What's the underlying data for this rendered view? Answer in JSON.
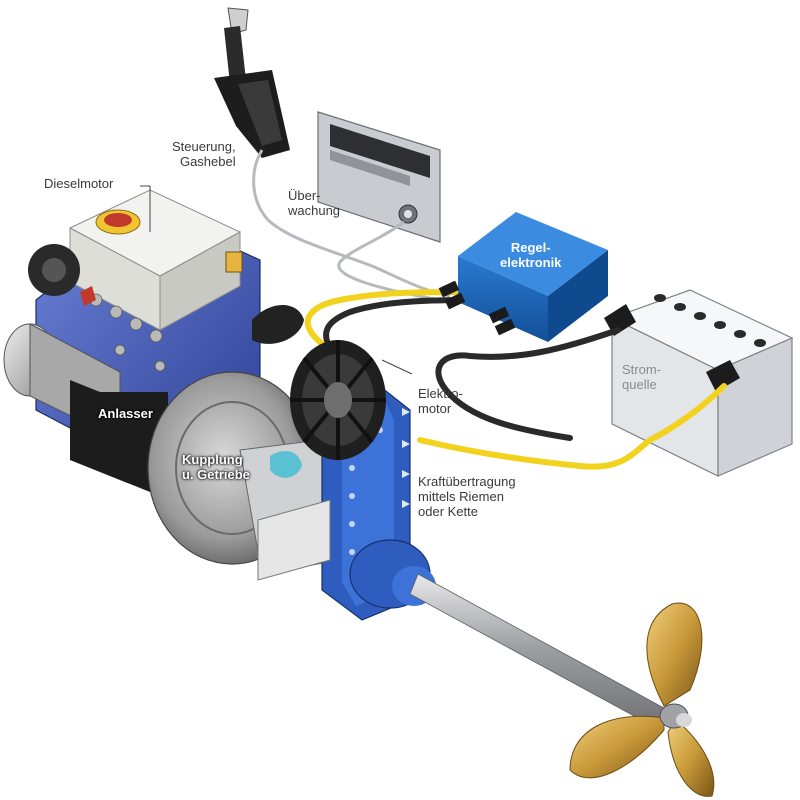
{
  "labels": {
    "dieselmotor": "Dieselmotor",
    "steuerung": [
      "Steuerung,",
      "Gashebel"
    ],
    "ueberwachung": [
      "Über-",
      "wachung"
    ],
    "regelelektronik": [
      "Regel-",
      "elektronik"
    ],
    "stromquelle": [
      "Strom-",
      "quelle"
    ],
    "elektromotor": [
      "Elektro-",
      "motor"
    ],
    "kraftuebertragung": [
      "Kraftübertragung",
      "mittels Riemen",
      "oder Kette"
    ],
    "anlasser": "Anlasser",
    "kupplung": [
      "Kupplung",
      "u. Getriebe"
    ]
  },
  "colors": {
    "engine_blue": "#3a55b8",
    "electronics_blue": "#1a5fb0",
    "cable_yellow": "#f3d21e",
    "cable_black": "#2a2a2a",
    "propeller_bronze": "#c99a3a",
    "battery_grey": "#e4e7ea"
  }
}
